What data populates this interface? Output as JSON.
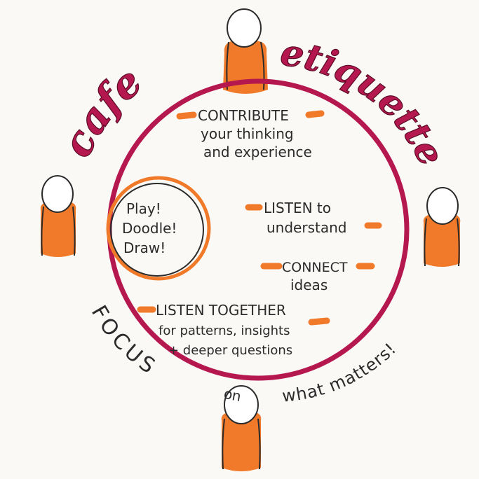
{
  "title": {
    "left": "cafe",
    "right": "etiquette"
  },
  "doodle_bubble": {
    "line1": "Play!",
    "line2": "Doodle!",
    "line3": "Draw!"
  },
  "guidelines": {
    "contribute": {
      "heading": "CONTRIBUTE",
      "line1": "your thinking",
      "line2": "and experience"
    },
    "listen": {
      "heading": "LISTEN to",
      "line1": "understand"
    },
    "connect": {
      "heading": "CONNECT",
      "line1": "ideas"
    },
    "listen_together": {
      "heading": "LISTEN TOGETHER",
      "line1": "for patterns, insights",
      "line2": "+ deeper questions"
    }
  },
  "focus": {
    "part1": "FOCUS",
    "part2": "on",
    "part3": "what matters!"
  },
  "colors": {
    "crimson": "#b5174f",
    "orange": "#f07a2a",
    "ink": "#2b2b2b",
    "paper": "#fbf9f6"
  },
  "icons": [
    "person-icon-top",
    "person-icon-left",
    "person-icon-right",
    "person-icon-bottom"
  ]
}
